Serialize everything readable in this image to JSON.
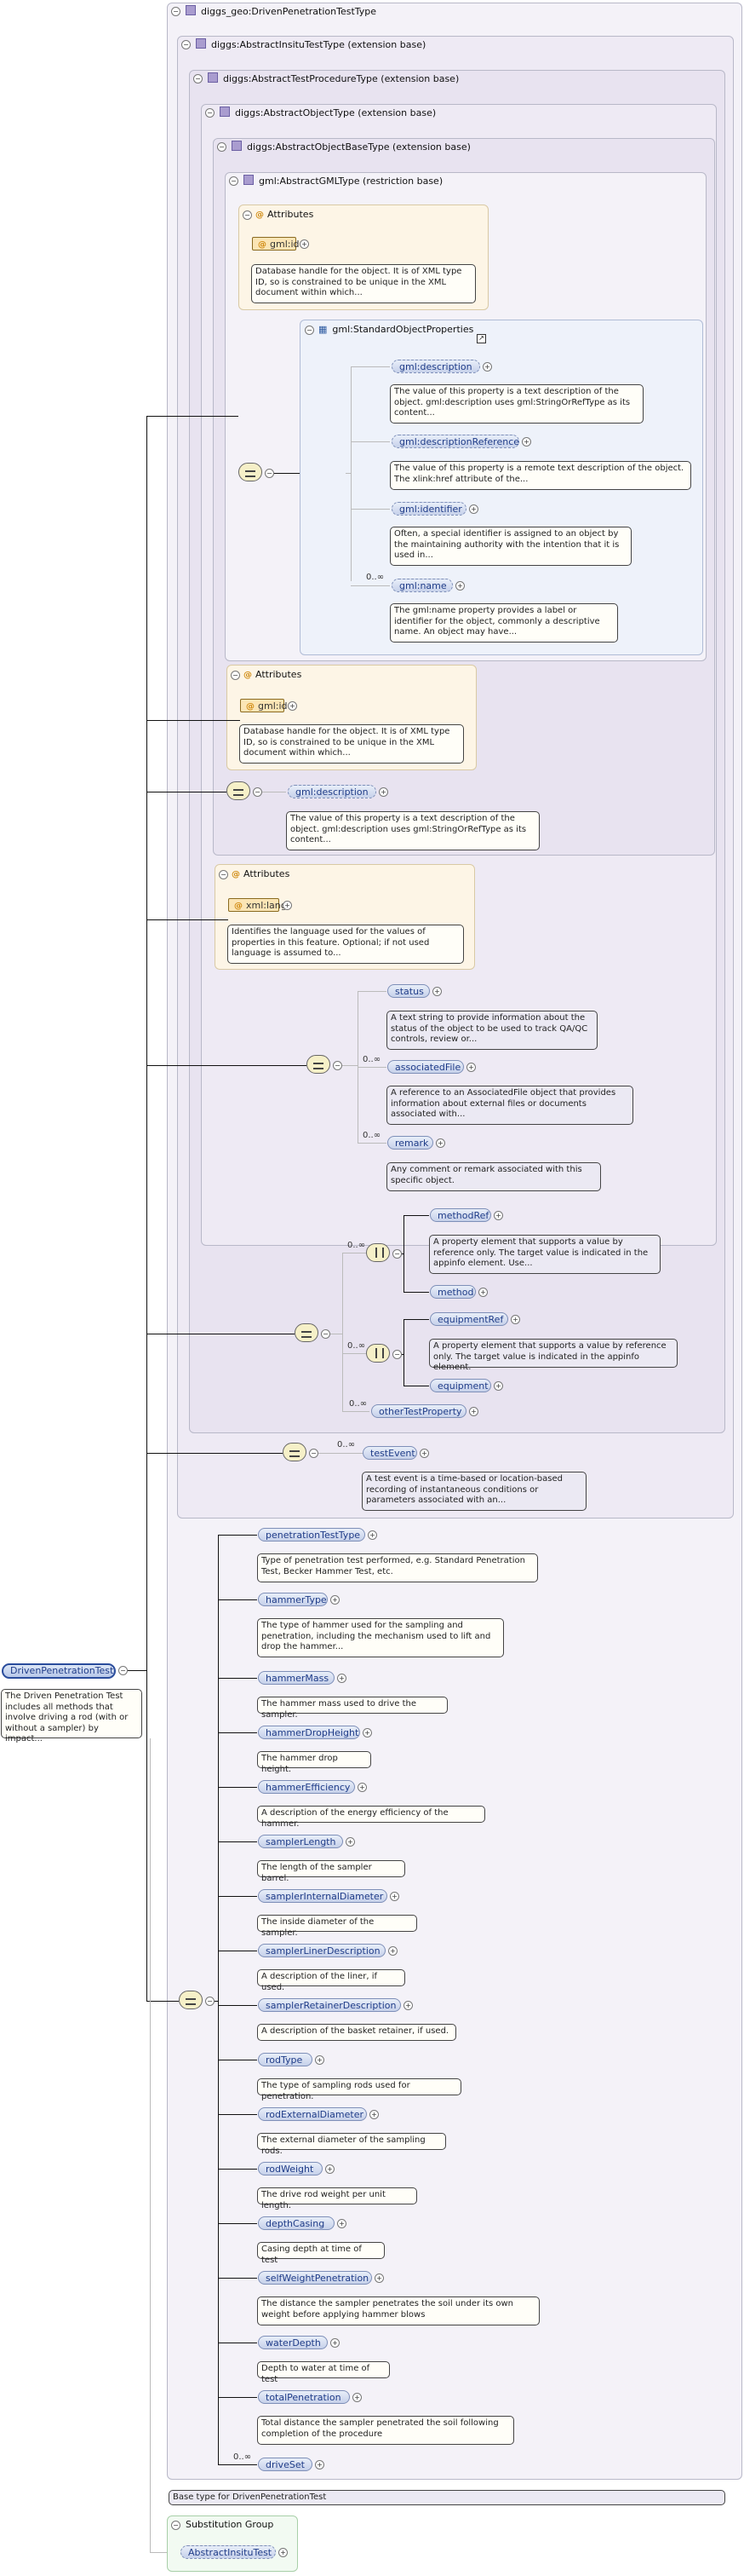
{
  "types": {
    "driven": "diggs_geo:DrivenPenetrationTestType",
    "insitu": "diggs:AbstractInsituTestType (extension base)",
    "procedure": "diggs:AbstractTestProcedureType (extension base)",
    "object": "diggs:AbstractObjectType (extension base)",
    "objectBase": "diggs:AbstractObjectBaseType (extension base)",
    "gml": "gml:AbstractGMLType (restriction base)"
  },
  "attributes_label": "Attributes",
  "group_std": "gml:StandardObjectProperties",
  "gml_attr": {
    "id": "gml:id",
    "id_doc": "Database handle for the object. It is of XML type ID, so is constrained to be unique in the XML document within which..."
  },
  "std_props": [
    {
      "name": "gml:description",
      "doc": "The value of this property is a text description of the object. gml:description uses gml:StringOrRefType as its content..."
    },
    {
      "name": "gml:descriptionReference",
      "doc": "The value of this property is a remote text description of the object. The xlink:href attribute of the..."
    },
    {
      "name": "gml:identifier",
      "doc": "Often, a special identifier is assigned to an object by the maintaining authority with the intention that it is used in..."
    },
    {
      "name": "gml:name",
      "doc": "The gml:name property provides a label or identifier for the object, commonly a descriptive name. An object may have..."
    }
  ],
  "objectBase_attr": {
    "id": "gml:id",
    "id_doc": "Database handle for the object. It is of XML type ID, so is constrained to be unique in the XML document within which..."
  },
  "objectBase_desc": {
    "name": "gml:description",
    "doc": "The value of this property is a text description of the object. gml:description uses gml:StringOrRefType as its content..."
  },
  "object_attr": {
    "name": "xml:lang",
    "doc": "Identifies the language used for the values of properties in this feature. Optional; if not used language is assumed to..."
  },
  "object_elems": [
    {
      "name": "status",
      "doc": "A text string to provide information about the status of the object to be used to track QA/QC controls, review or..."
    },
    {
      "name": "associatedFile",
      "doc": "A reference to an AssociatedFile object that provides information about external files or documents associated with..."
    },
    {
      "name": "remark",
      "doc": "Any comment or remark associated with this specific object."
    }
  ],
  "procedure_elems": {
    "methodRef": "methodRef",
    "methodRef_doc": "A property element that supports a value by reference only. The target value is indicated in the appinfo element. Use...",
    "method": "method",
    "equipmentRef": "equipmentRef",
    "equipmentRef_doc": "A property element that supports a value by reference only. The target value is indicated in the appinfo element.",
    "equipment": "equipment",
    "otherTestProperty": "otherTestProperty"
  },
  "insitu_elems": {
    "testEvent": "testEvent",
    "testEvent_doc": "A test event is a time-based or location-based recording of instantaneous conditions or parameters associated with an..."
  },
  "driven_elems": [
    {
      "name": "penetrationTestType",
      "doc": "Type of penetration test performed, e.g. Standard Penetration Test, Becker Hammer Test, etc."
    },
    {
      "name": "hammerType",
      "doc": "The type of hammer used for the sampling and penetration, including the mechanism used to lift and drop the hammer..."
    },
    {
      "name": "hammerMass",
      "doc": "The hammer mass used to drive the sampler."
    },
    {
      "name": "hammerDropHeight",
      "doc": "The hammer drop height."
    },
    {
      "name": "hammerEfficiency",
      "doc": "A description of the energy efficiency of the hammer."
    },
    {
      "name": "samplerLength",
      "doc": "The length of the sampler barrel."
    },
    {
      "name": "samplerInternalDiameter",
      "doc": "The inside diameter of the sampler."
    },
    {
      "name": "samplerLinerDescription",
      "doc": "A description of the liner, if used."
    },
    {
      "name": "samplerRetainerDescription",
      "doc": "A description of the basket retainer, if used."
    },
    {
      "name": "rodType",
      "doc": "The type of sampling rods used for penetration."
    },
    {
      "name": "rodExternalDiameter",
      "doc": "The external diameter of the sampling rods."
    },
    {
      "name": "rodWeight",
      "doc": "The drive rod weight per unit length."
    },
    {
      "name": "depthCasing",
      "doc": "Casing depth at time of test"
    },
    {
      "name": "selfWeightPenetration",
      "doc": "The distance the sampler penetrates the soil under its own weight before applying hammer blows"
    },
    {
      "name": "waterDepth",
      "doc": "Depth to water at time of test"
    },
    {
      "name": "totalPenetration",
      "doc": "Total distance the sampler penetrated the soil following completion of the procedure"
    },
    {
      "name": "driveSet",
      "doc": ""
    }
  ],
  "root": {
    "name": "DrivenPenetrationTest",
    "doc": "The Driven Penetration Test includes all methods that involve driving a rod (with or without a sampler) by impact..."
  },
  "base_doc": "Base type for DrivenPenetrationTest",
  "substitution": {
    "title": "Substitution Group",
    "name": "AbstractInsituTest"
  },
  "card": {
    "zero_many": "0..∞"
  },
  "colors": {
    "element_border": "#7e8fb8",
    "attribute_fill": "#fbe5b5",
    "type_box": "#f4f2f8"
  }
}
